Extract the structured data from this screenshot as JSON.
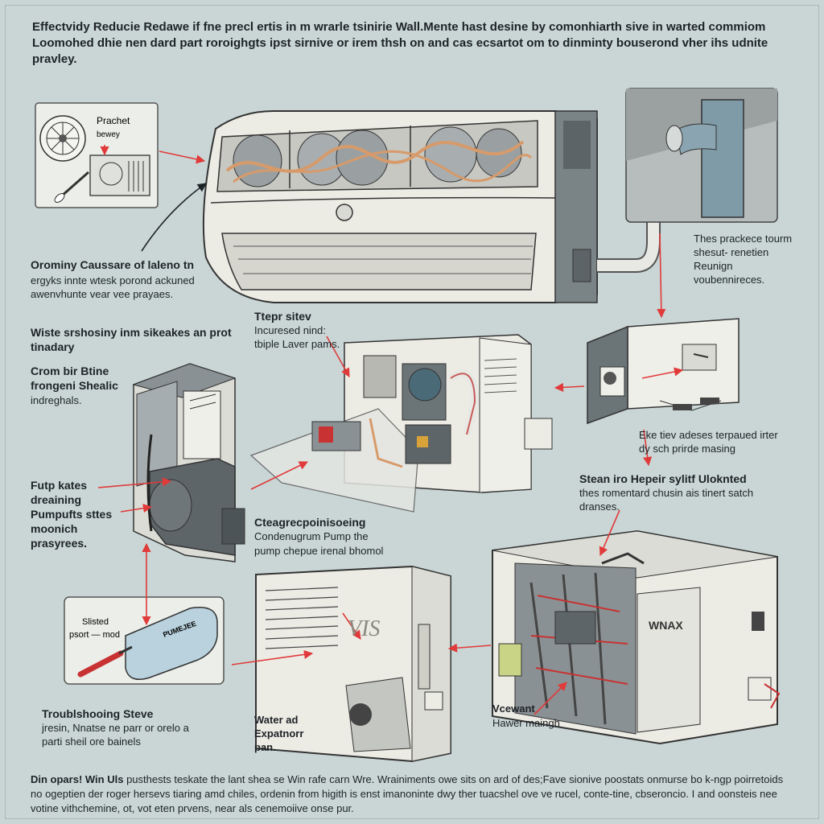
{
  "intro": "Effectvidy Reducie Redawe if fne precl ertis in m wrarle tsinirie Wall.Mente hast desine by comonhiarth sive in warted commiom Loomohed dhie nen dard part roroighgts ipst sirnive or irem thsh on and cas ecsartot om to dinminty bouserond vher ihs udnite pravley.",
  "labels": {
    "inset_fan_title": "Prachet",
    "inset_fan_sub": "bewey",
    "left_1_title": "Orominy Caussare of laleno tn",
    "left_1_body": "ergyks innte wtesk porond ackuned awenvhunte vear vee prayaes.",
    "left_2_title": "Wiste srshosiny inm sikeakes an prot tinadary",
    "left_3_title": "Crom bir Btine frongeni Shealic",
    "left_3_body": "indreghals.",
    "center_top_title": "Ttepr sitev",
    "center_top_body": "Incuresed nind: tbiple Laver pams.",
    "right_top": "Thes prackece tourm shesut- renetien Reunign voubennireces.",
    "right_mid": "Eke tiev adeses terpaued irter dy sch prirde masing",
    "right_lower_title": "Stean iro Hepeir sylitf Uloknted",
    "right_lower_body": "thes romentard chusin ais tinert satch dranses.",
    "left_4": "Futp kates dreaining Pumpufts sttes moonich prasyrees.",
    "center_mid_title": "Cteagrecpoinisoeing",
    "center_mid_sub": "Condenugrum Pump the",
    "center_mid_body": "pump chepue irenal bhomol",
    "slotted_line1": "Slisted",
    "slotted_line2": "psort — mod",
    "remote_text": "PUMEJEE",
    "trouble_title": "Troublshooing Steve",
    "trouble_body": "jresin, Nnatse ne parr or orelo a parti sheil ore bainels",
    "water_title": "Water ad Expatnorr pan.",
    "outdoor_logo": "VIS",
    "vcewant_title": "Vcewant",
    "vcewant_body": "Hawer maingh",
    "unit_brand": "WNAX"
  },
  "footer": {
    "lead": "Din opars! Win Uls",
    "body": "pusthests teskate the lant shea se Win rafe carn Wre. Wrainiments owe sits on ard of des;Fave sionive poostats onmurse bo k-ngp poirretoids no ogeptien der roger hersevs tiaring amd chiles, ordenin from higith is enst imanoninte dwy ther tuacshel ove ve rucel, conte-tine, cbseroncio. I and oonsteis nee votine vithchemine, ot, vot eten prvens, near als cenemoiive onse pur."
  },
  "colors": {
    "background": "#c9d6d5",
    "ink": "#1d2226",
    "pointer_arrow": "#e03a3a",
    "copper_pipe": "#d79a6a",
    "unit_body": "#ecebe4",
    "unit_dark": "#6b7477",
    "card": "#eceee9"
  },
  "icons": [
    "fan-icon",
    "screwdriver-icon",
    "remote-control-icon",
    "drain-pump-icon",
    "wire-connector-icon"
  ]
}
